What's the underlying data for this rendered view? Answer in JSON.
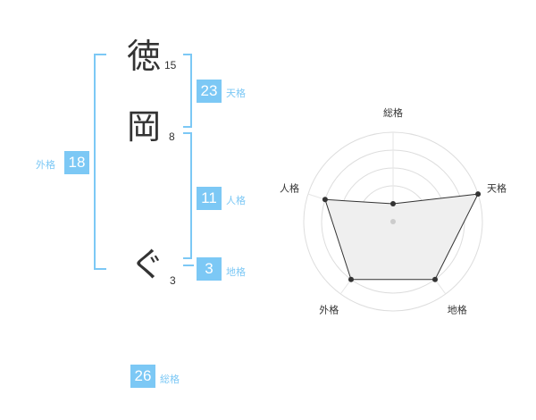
{
  "name_chars": [
    {
      "char": "徳",
      "strokes": "15"
    },
    {
      "char": "岡",
      "strokes": "8"
    },
    {
      "char": "ぐ",
      "strokes": "3"
    }
  ],
  "fortune": {
    "tenkaku": {
      "value": "23",
      "label": "天格"
    },
    "jinkaku": {
      "value": "11",
      "label": "人格"
    },
    "chikaku": {
      "value": "3",
      "label": "地格"
    },
    "gaikaku": {
      "value": "18",
      "label": "外格"
    },
    "soukaku": {
      "value": "26",
      "label": "総格"
    }
  },
  "colors": {
    "accent": "#7cc8f5",
    "text": "#333333",
    "grid": "#dddddd",
    "fill": "#efefef"
  },
  "chart_data": {
    "type": "radar",
    "categories": [
      "総格",
      "天格",
      "地格",
      "外格",
      "人格"
    ],
    "values": [
      1,
      5,
      4,
      4,
      4
    ],
    "range": [
      0,
      5
    ],
    "rings": 5,
    "title": ""
  }
}
